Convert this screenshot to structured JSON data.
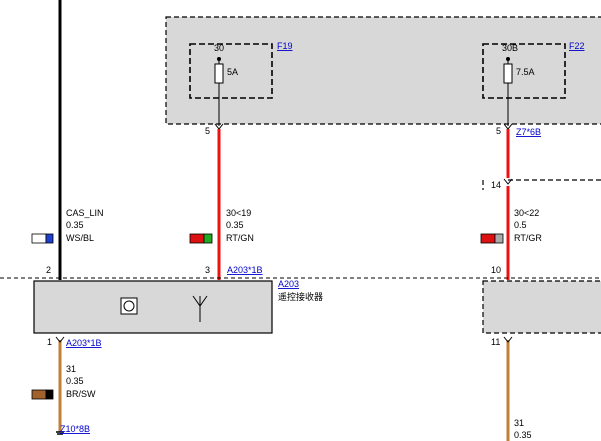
{
  "fuse_box": {
    "fuses": [
      {
        "pin": "30",
        "rating": "5A",
        "label": "F19",
        "output_pin": "5"
      },
      {
        "pin": "30B",
        "rating": "7.5A",
        "label": "F22",
        "output_pin": "5",
        "output_connector": "Z7*6B"
      }
    ]
  },
  "wires": {
    "cas_lin": {
      "signal": "CAS_LIN",
      "gauge": "0.35",
      "color": "WS/BL",
      "color_hex": [
        "#ffffff",
        "#1f3fd0"
      ]
    },
    "feed_left": {
      "signal": "30<19",
      "gauge": "0.35",
      "color": "RT/GN",
      "color_hex": [
        "#dd1111",
        "#22aa22"
      ]
    },
    "feed_right": {
      "signal": "30<22",
      "gauge": "0.5",
      "color": "RT/GR",
      "color_hex": [
        "#dd1111",
        "#aaaaaa"
      ]
    },
    "ground_left": {
      "signal": "31",
      "gauge": "0.35",
      "color": "BR/SW",
      "color_hex": [
        "#a0622d",
        "#000000"
      ]
    },
    "ground_right": {
      "signal": "31",
      "gauge": "0.35"
    }
  },
  "module": {
    "id": "A203",
    "name": "遥控接收器",
    "pin_lin": "2",
    "pin_power": "3",
    "pin_power_connector": "A203*1B",
    "pin_ground": "1",
    "pin_ground_connector": "A203*1B",
    "ground_connector": "Z10*8B"
  },
  "right_module": {
    "pin_top": "14",
    "pin_in": "10",
    "pin_out": "11"
  },
  "colors": {
    "box_fill": "#d8d8d8",
    "wire_red": "#ee1111",
    "wire_brown": "#c0803a",
    "link": "#0000cc"
  }
}
